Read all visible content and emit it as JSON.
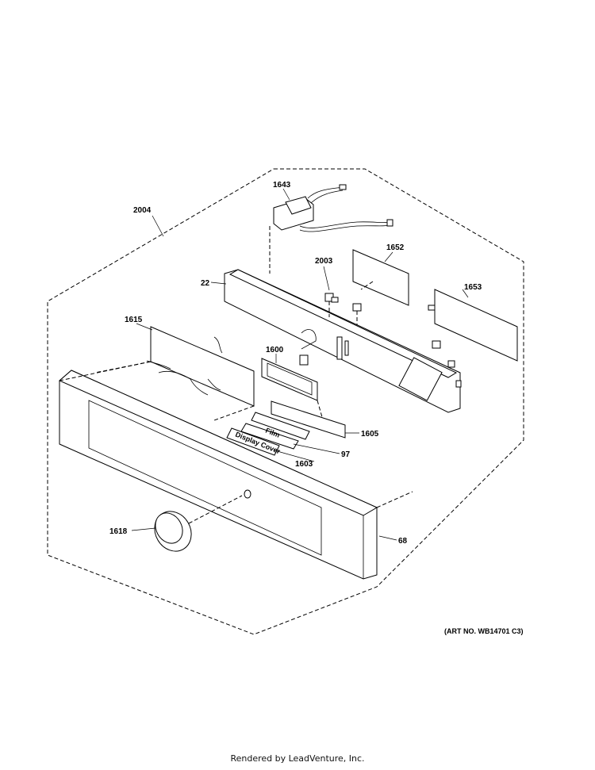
{
  "callouts": {
    "c2004": "2004",
    "c1643": "1643",
    "c1652": "1652",
    "c2003": "2003",
    "c22": "22",
    "c1653": "1653",
    "c1615": "1615",
    "c1600": "1600",
    "c1605": "1605",
    "c97": "97",
    "c1603": "1603",
    "c1618": "1618",
    "c68": "68"
  },
  "inline_labels": {
    "film": "Film",
    "display_cover": "Display Cover"
  },
  "art_number": "(ART NO. WB14701 C3)",
  "footer": "Rendered by LeadVenture, Inc."
}
